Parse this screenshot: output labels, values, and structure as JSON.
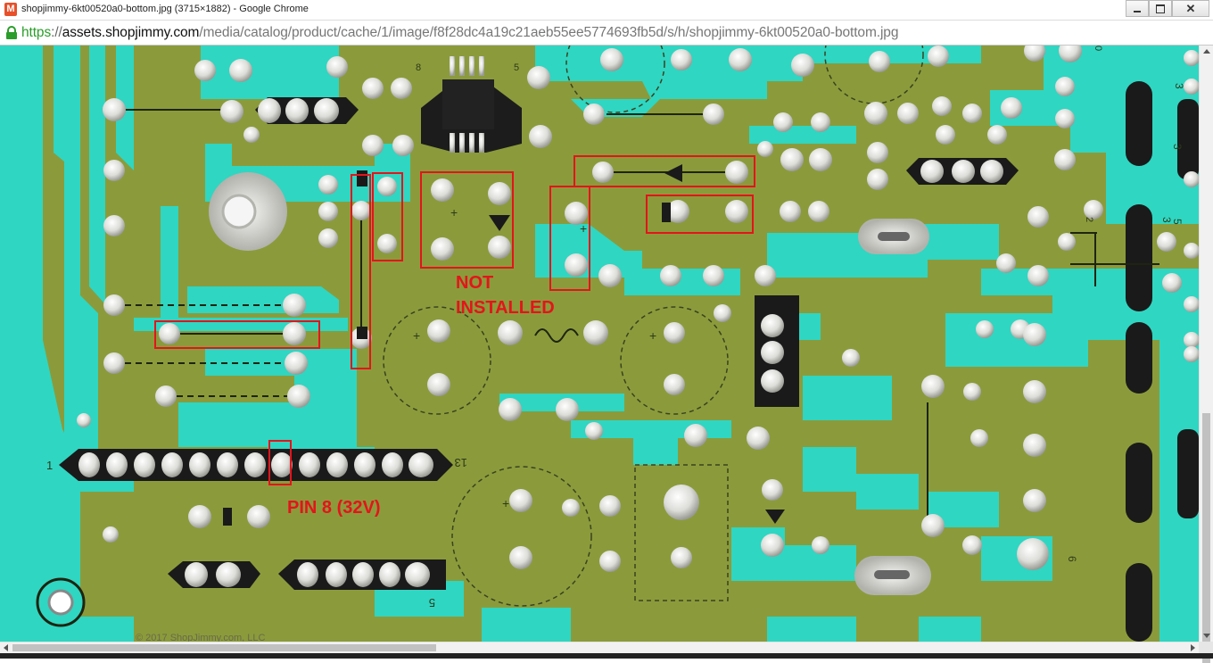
{
  "window": {
    "title": "shopjimmy-6kt00520a0-bottom.jpg (3715×1882) - Google Chrome",
    "app_icon": "M",
    "icons": {
      "app": "chrome-app-icon",
      "minimize": "minimize-icon",
      "maximize": "maximize-icon",
      "close": "close-icon"
    }
  },
  "address": {
    "scheme": "https",
    "separator": "://",
    "host": "assets.shopjimmy.com",
    "path": "/media/catalog/product/cache/1/image/f8f28dc4a19c21aeb55ee5774693fb5d/s/h/shopjimmy-6kt00520a0-bottom.jpg",
    "lock_icon": "lock-icon"
  },
  "board": {
    "annotation_not_installed_line1": "NOT",
    "annotation_not_installed_line2": "INSTALLED",
    "annotation_pin8": "PIN 8 (32V)",
    "connector_pin_first": "1",
    "connector_pin_last": "13",
    "small_connector_label": "5",
    "silk_labels": [
      "8",
      "5",
      "3",
      "3",
      "5",
      "2",
      "3",
      "6",
      "0"
    ],
    "copyright": "© 2017 ShopJimmy.com, LLC",
    "colors": {
      "board": "#8a9a3a",
      "solder_mask": "#2fd8c0",
      "annotation": "#e4141b"
    }
  }
}
